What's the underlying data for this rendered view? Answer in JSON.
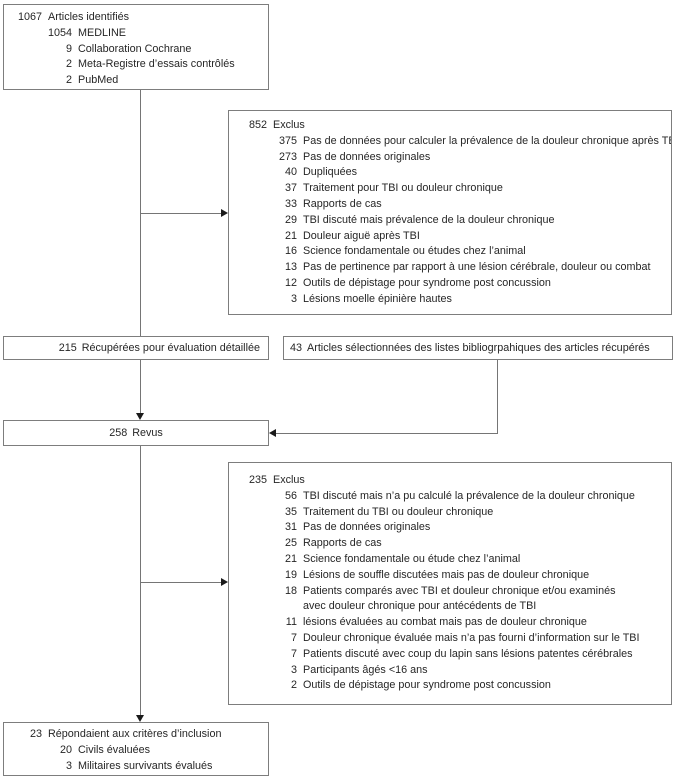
{
  "colors": {
    "background": "#ffffff",
    "box_border": "#7d7d7d",
    "connector_line": "#757575",
    "arrowhead": "#1a1a1a",
    "text": "#262626"
  },
  "flow": {
    "identified": {
      "rows": [
        {
          "n": "1067",
          "t": "Articles identifiés",
          "lvl": 0
        },
        {
          "n": "1054",
          "t": "MEDLINE",
          "lvl": 1
        },
        {
          "n": "9",
          "t": "Collaboration Cochrane",
          "lvl": 1
        },
        {
          "n": "2",
          "t": "Meta-Registre d’essais contrôlés",
          "lvl": 1
        },
        {
          "n": "2",
          "t": "PubMed",
          "lvl": 1
        }
      ]
    },
    "excluded_first": {
      "rows": [
        {
          "n": "852",
          "t": "Exclus",
          "lvl": 0
        },
        {
          "n": "375",
          "t": "Pas de données pour calculer la prévalence de la douleur chronique après TBI",
          "lvl": 1
        },
        {
          "n": "273",
          "t": "Pas de données originales",
          "lvl": 1
        },
        {
          "n": "40",
          "t": "Dupliquées",
          "lvl": 1
        },
        {
          "n": "37",
          "t": "Traitement pour TBI ou douleur chronique",
          "lvl": 1
        },
        {
          "n": "33",
          "t": "Rapports de cas",
          "lvl": 1
        },
        {
          "n": "29",
          "t": "TBI discuté mais prévalence de la douleur chronique",
          "lvl": 1
        },
        {
          "n": "21",
          "t": "Douleur aiguë après TBI",
          "lvl": 1
        },
        {
          "n": "16",
          "t": "Science fondamentale ou études chez l’animal",
          "lvl": 1
        },
        {
          "n": "13",
          "t": "Pas de pertinence par rapport à une lésion cérébrale, douleur ou combat",
          "lvl": 1
        },
        {
          "n": "12",
          "t": "Outils de dépistage pour syndrome post concussion",
          "lvl": 1
        },
        {
          "n": "3",
          "t": "Lésions moelle épinière hautes",
          "lvl": 1
        }
      ]
    },
    "retrieved": {
      "n": "215",
      "t": "Récupérées pour évaluation détaillée"
    },
    "selected": {
      "n": "43",
      "t": "Articles sélectionnées des listes bibliogrpahiques des articles récupérés"
    },
    "reviewed": {
      "n": "258",
      "t": "Revus"
    },
    "excluded_second": {
      "rows": [
        {
          "n": "235",
          "t": "Exclus",
          "lvl": 0
        },
        {
          "n": "56",
          "t": "TBI discuté mais n’a pu calculé la prévalence de la douleur chronique",
          "lvl": 1
        },
        {
          "n": "35",
          "t": "Traitement du TBI ou douleur chronique",
          "lvl": 1
        },
        {
          "n": "31",
          "t": "Pas de données originales",
          "lvl": 1
        },
        {
          "n": "25",
          "t": "Rapports de cas",
          "lvl": 1
        },
        {
          "n": "21",
          "t": "Science fondamentale ou étude chez l’animal",
          "lvl": 1
        },
        {
          "n": "19",
          "t": "Lésions de souffle discutées mais pas de douleur chronique",
          "lvl": 1
        },
        {
          "n": "18",
          "t": "Patients comparés avec TBI et douleur chronique et/ou examinés",
          "lvl": 1
        },
        {
          "t": "avec douleur chronique pour antécédents de TBI",
          "lvl": 1,
          "cont": true
        },
        {
          "n": "11",
          "t": "lésions évaluées au combat mais pas de douleur chronique",
          "lvl": 1
        },
        {
          "n": "7",
          "t": "Douleur chronique évaluée mais n’a pas fourni d’information sur le TBI",
          "lvl": 1
        },
        {
          "n": "7",
          "t": "Patients discuté avec coup du lapin sans lésions patentes cérébrales",
          "lvl": 1
        },
        {
          "n": "3",
          "t": "Participants âgés <16 ans",
          "lvl": 1
        },
        {
          "n": "2",
          "t": "Outils de dépistage pour syndrome post concussion",
          "lvl": 1
        }
      ]
    },
    "included": {
      "rows": [
        {
          "n": "23",
          "t": "Répondaient aux critères d’inclusion",
          "lvl": 0
        },
        {
          "n": "20",
          "t": "Civils évaluées",
          "lvl": 1
        },
        {
          "n": "3",
          "t": "Militaires survivants évalués",
          "lvl": 1
        }
      ]
    }
  }
}
